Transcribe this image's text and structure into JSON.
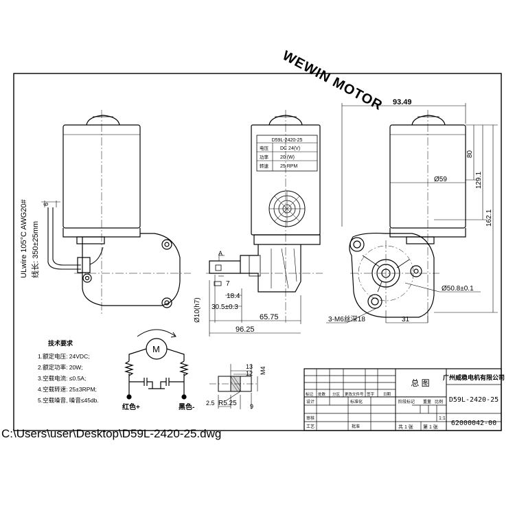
{
  "watermark": "WEWIN MOTOR",
  "file_path": "C:\\Users\\user\\Desktop\\D59L-2420-25.dwg",
  "nameplate": {
    "model": "D59L-2420-25",
    "rows": [
      {
        "key": "电压",
        "value": "DC 24(V)"
      },
      {
        "key": "功率",
        "value": "20 (W)"
      },
      {
        "key": "转速",
        "value": "25 RPM"
      }
    ]
  },
  "wire_label_1": "ULwire 105°C AWG20#",
  "wire_label_2": "线长: 350±25mm",
  "dims": {
    "d_93_49": "93.49",
    "d_80": "80",
    "d_129_1": "129.1",
    "d_162_1": "162.1",
    "d_phi59": "Ø59",
    "d_phi50_8": "Ø50.8±0.1",
    "d_31": "31",
    "d_m6": "3-M6丝深18",
    "d_65_75": "65.75",
    "d_96_25": "96.25",
    "d_30_5": "30.5±0.3",
    "d_18_4": "18.4",
    "d_7": "7",
    "d_phi10": "Ø10(h7)",
    "d_A": "A",
    "d_6": "6",
    "d_13": "13",
    "d_12": "12",
    "d_M4": "M4",
    "d_2_5": "2.5",
    "d_R5_25": "R5.25",
    "d_9": "9"
  },
  "tech": {
    "title": "技术要求",
    "items": [
      "1.额定电压: 24VDC;",
      "2.额定功率: 20W;",
      "3.空载电流: ≤0.5A;",
      "4.空载转速: 25±3RPM;",
      "5.空载噪音, 噪音≤45db."
    ]
  },
  "wiring": {
    "motor_letter": "M",
    "red_label": "红色+",
    "black_label": "黑色-"
  },
  "title_block": {
    "drawing_name": "总  图",
    "company": "广州威稳电机有限公司",
    "part_model": "D59L-2420-25",
    "drawing_number": "62000042-00",
    "scale": "1:1",
    "headers_row": [
      "标记",
      "处数",
      "分区",
      "更改文件号",
      "签字",
      "日期"
    ],
    "design": "设计",
    "standardize": "标准化",
    "stage_mark": "阶段标记",
    "weight": "重量",
    "ratio": "比例",
    "review": "审核",
    "process": "工艺",
    "approve": "批准",
    "sheet_total": "共  1  张",
    "sheet_no": "第  1  张"
  }
}
